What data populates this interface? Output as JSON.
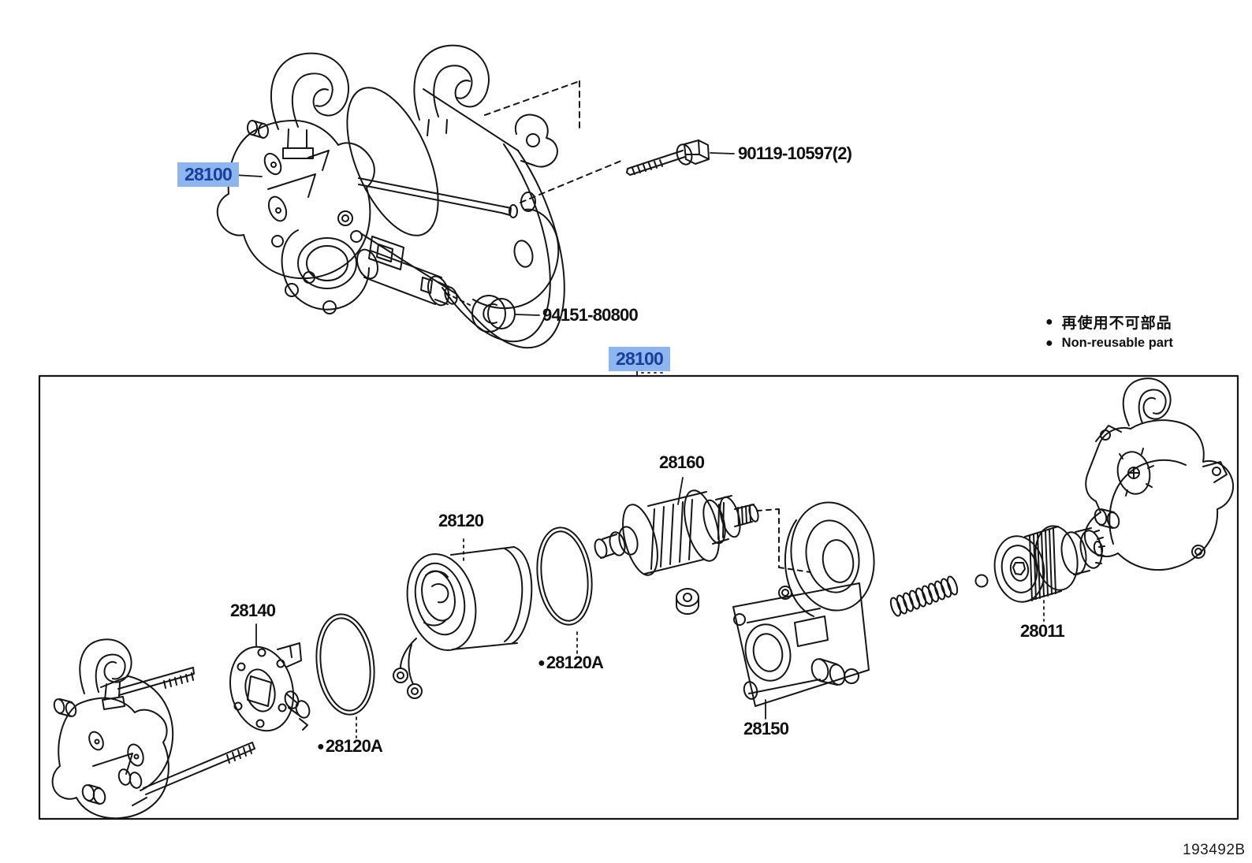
{
  "colors": {
    "highlight_bg": "#8db6f0",
    "highlight_text": "#173f9b",
    "line": "#161616"
  },
  "labels": {
    "p28100": "28100",
    "p90119": "90119-10597(2)",
    "p94151": "94151-80800",
    "p28160": "28160",
    "p28120": "28120",
    "p28140": "28140",
    "p28120a": "28120A",
    "p28150": "28150",
    "p28011": "28011"
  },
  "legend": {
    "bullet": "●",
    "jp": "再使用不可部品",
    "en": "Non-reusable part"
  },
  "doc_number": "193492B"
}
